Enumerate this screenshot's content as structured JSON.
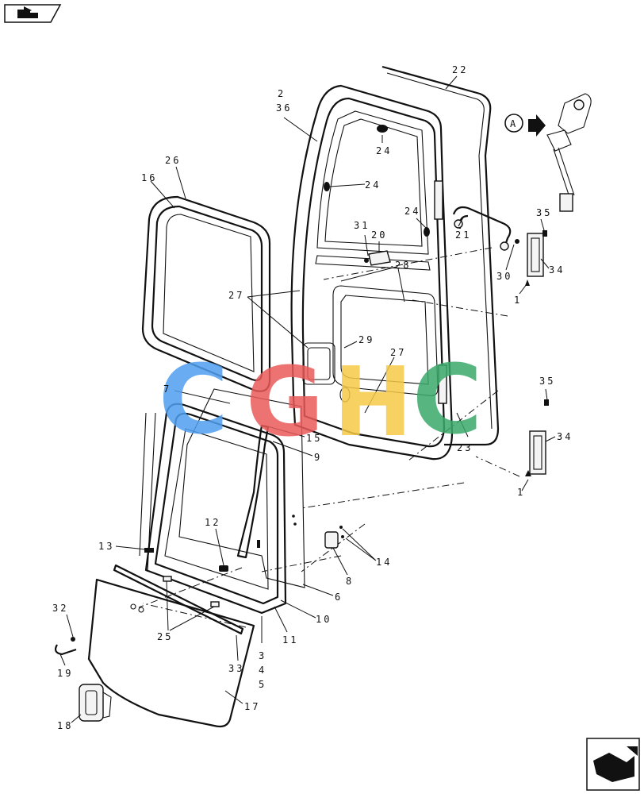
{
  "view_reference": "A",
  "watermark": {
    "letters": [
      "C",
      "G",
      "H",
      "C"
    ],
    "colors": [
      "#4f9ef0",
      "#ea5a5a",
      "#f7c948",
      "#3aaa6a"
    ]
  },
  "callouts": [
    {
      "id": "c2",
      "text": "2"
    },
    {
      "id": "c36",
      "text": "36"
    },
    {
      "id": "c22",
      "text": "22"
    },
    {
      "id": "c24a",
      "text": "24"
    },
    {
      "id": "c24b",
      "text": "24"
    },
    {
      "id": "c24c",
      "text": "24"
    },
    {
      "id": "c26",
      "text": "26"
    },
    {
      "id": "c16",
      "text": "16"
    },
    {
      "id": "c31",
      "text": "31"
    },
    {
      "id": "c20",
      "text": "20"
    },
    {
      "id": "c28",
      "text": "28"
    },
    {
      "id": "c21",
      "text": "21"
    },
    {
      "id": "c35a",
      "text": "35"
    },
    {
      "id": "c30",
      "text": "30"
    },
    {
      "id": "c34a",
      "text": "34"
    },
    {
      "id": "c1a",
      "text": "1"
    },
    {
      "id": "c27a",
      "text": "27"
    },
    {
      "id": "c29",
      "text": "29"
    },
    {
      "id": "c27b",
      "text": "27"
    },
    {
      "id": "c35b",
      "text": "35"
    },
    {
      "id": "c7",
      "text": "7"
    },
    {
      "id": "c15",
      "text": "15"
    },
    {
      "id": "c9",
      "text": "9"
    },
    {
      "id": "c23",
      "text": "23"
    },
    {
      "id": "c34b",
      "text": "34"
    },
    {
      "id": "c1b",
      "text": "1"
    },
    {
      "id": "c12",
      "text": "12"
    },
    {
      "id": "c13",
      "text": "13"
    },
    {
      "id": "c14",
      "text": "14"
    },
    {
      "id": "c8",
      "text": "8"
    },
    {
      "id": "c6",
      "text": "6"
    },
    {
      "id": "c10",
      "text": "10"
    },
    {
      "id": "c11",
      "text": "11"
    },
    {
      "id": "c3",
      "text": "3"
    },
    {
      "id": "c4",
      "text": "4"
    },
    {
      "id": "c5",
      "text": "5"
    },
    {
      "id": "c32",
      "text": "32"
    },
    {
      "id": "c25",
      "text": "25"
    },
    {
      "id": "c33",
      "text": "33"
    },
    {
      "id": "c19",
      "text": "19"
    },
    {
      "id": "c17",
      "text": "17"
    },
    {
      "id": "c18",
      "text": "18"
    }
  ]
}
